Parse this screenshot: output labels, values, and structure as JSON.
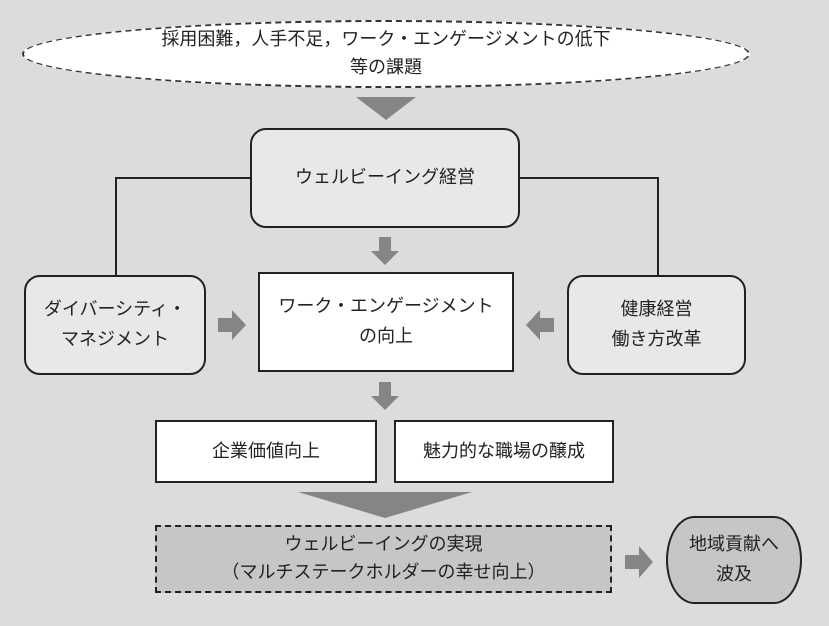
{
  "issues": {
    "line1": "採用困難，人手不足，ワーク・エンゲージメントの低下",
    "line2": "等の課題"
  },
  "wellbeing_management": "ウェルビーイング経営",
  "diversity": {
    "line1": "ダイバーシティ・",
    "line2": "マネジメント"
  },
  "engagement": {
    "line1": "ワーク・エンゲージメント",
    "line2": "の向上"
  },
  "health": {
    "line1": "健康経営",
    "line2": "働き方改革"
  },
  "corporate_value": "企業価値向上",
  "attractive_workplace": "魅力的な職場の醸成",
  "realization": {
    "line1": "ウェルビーイングの実現",
    "line2": "（マルチステークホルダーの幸せ向上）"
  },
  "regional": {
    "line1": "地域貢献へ",
    "line2": "波及"
  },
  "colors": {
    "background": "#dcdcdd",
    "arrow": "#858585",
    "light_box": "#e8e8ea",
    "dark_box": "#c6c6c7"
  }
}
